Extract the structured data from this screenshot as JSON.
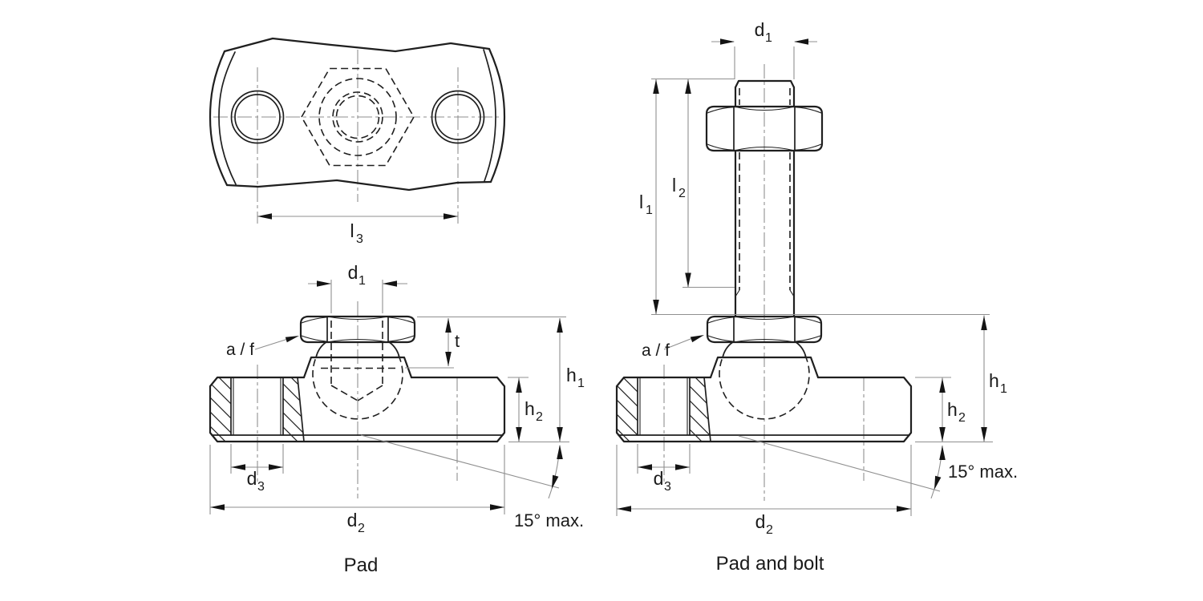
{
  "colors": {
    "line": "#1f1f1f",
    "dim_line": "#8f8f8f",
    "arrow": "#141414",
    "text": "#1a1a1a",
    "background": "#ffffff"
  },
  "views": {
    "top": {
      "dim_l3": {
        "base": "l",
        "sub": "3"
      }
    },
    "pad": {
      "caption": "Pad",
      "dim_d1": {
        "base": "d",
        "sub": "1"
      },
      "dim_t": "t",
      "label_af": "a / f",
      "dim_h1": {
        "base": "h",
        "sub": "1"
      },
      "dim_h2": {
        "base": "h",
        "sub": "2"
      },
      "dim_d3": {
        "base": "d",
        "sub": "3"
      },
      "dim_d2": {
        "base": "d",
        "sub": "2"
      },
      "angle_note": "15° max."
    },
    "pad_and_bolt": {
      "caption": "Pad and bolt",
      "dim_d1": {
        "base": "d",
        "sub": "1"
      },
      "dim_l1": {
        "base": "l",
        "sub": "1"
      },
      "dim_l2": {
        "base": "l",
        "sub": "2"
      },
      "label_af": "a / f",
      "dim_h1": {
        "base": "h",
        "sub": "1"
      },
      "dim_h2": {
        "base": "h",
        "sub": "2"
      },
      "dim_d3": {
        "base": "d",
        "sub": "3"
      },
      "dim_d2": {
        "base": "d",
        "sub": "2"
      },
      "angle_note": "15° max."
    }
  }
}
